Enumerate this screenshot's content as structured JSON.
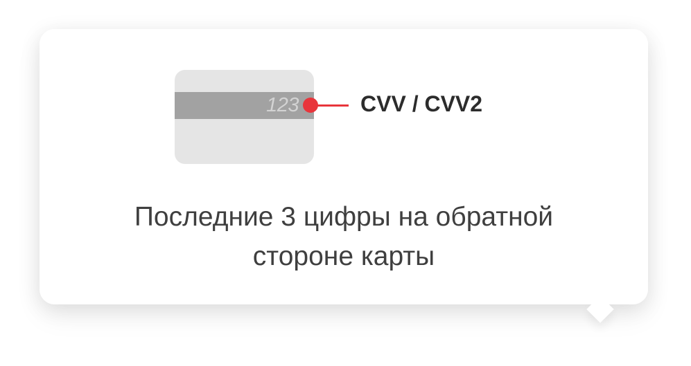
{
  "card": {
    "code": "123"
  },
  "label": "CVV / CVV2",
  "description": {
    "line1": "Последние 3 цифры на обратной",
    "line2": "стороне карты"
  },
  "colors": {
    "accent": "#e8353b",
    "card_bg": "#e5e5e5",
    "stripe": "#a2a2a2"
  }
}
